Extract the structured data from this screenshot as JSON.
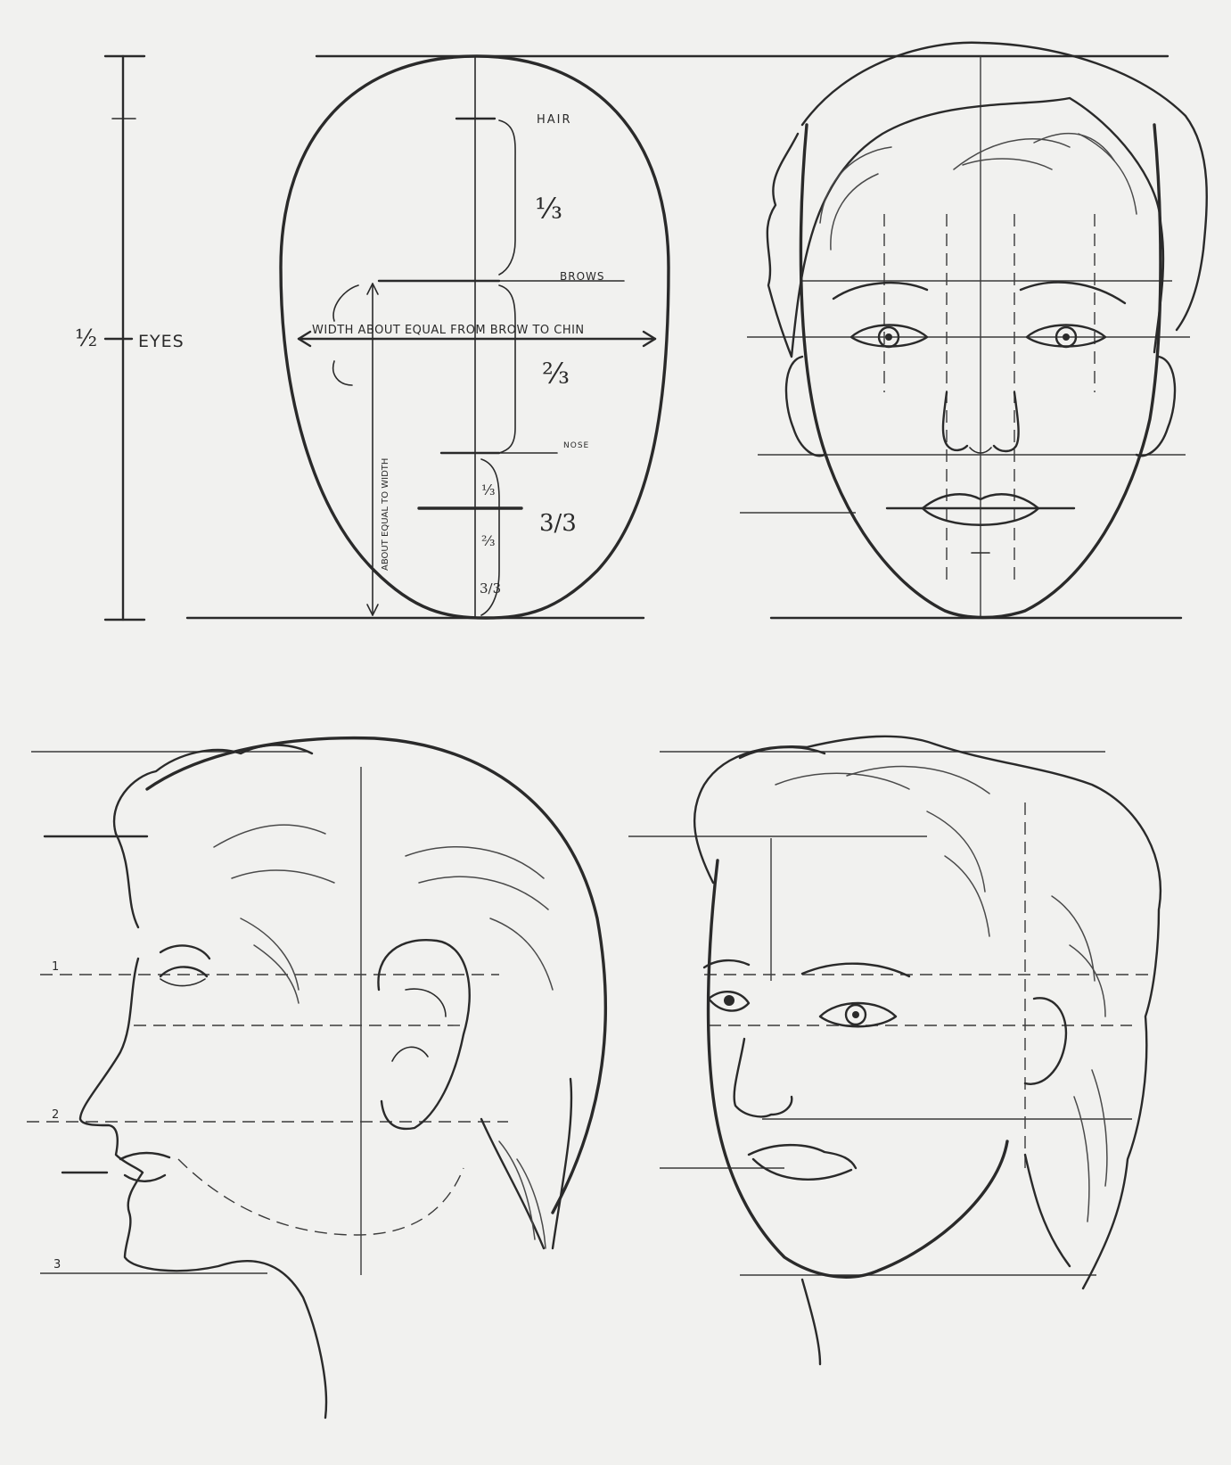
{
  "labels": {
    "half": "½",
    "eyes": "EYES",
    "hair": "HAIR",
    "brows": "BROWS",
    "nose": "NOSE",
    "one_third": "⅓",
    "two_thirds": "⅔",
    "three_thirds": "3/3",
    "small_1_3": "⅓",
    "small_2_3": "⅔",
    "small_3_3": "3/3",
    "width_note": "WIDTH ABOUT EQUAL FROM BROW TO CHIN",
    "vertical_note": "ABOUT EQUAL TO WIDTH",
    "profile_mark_1": "1",
    "profile_mark_2": "2",
    "profile_mark_3": "3"
  }
}
